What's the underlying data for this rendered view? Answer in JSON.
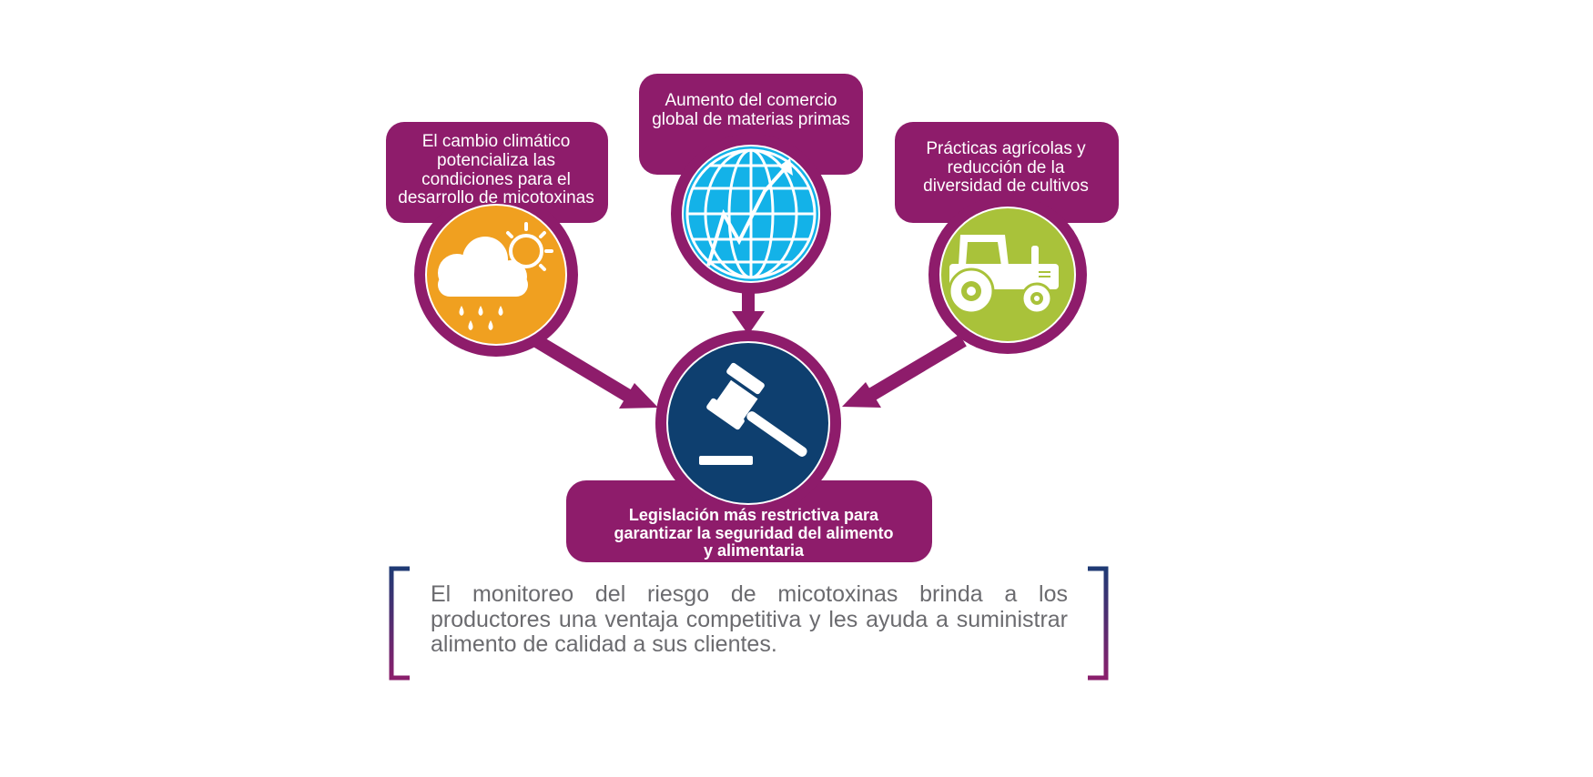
{
  "colors": {
    "frame": "#8e1c6b",
    "climate": "#f0a020",
    "trade": "#13b2e8",
    "agriculture": "#a9c23a",
    "legislation": "#0e3f6f",
    "text_gray": "#6b6b6f",
    "bracket_top": "#1f3a74",
    "bracket_bottom": "#8a1f6c"
  },
  "factors": [
    {
      "id": "climate",
      "icon": "cloud-sun-rain-icon",
      "lines": [
        "El cambio climático",
        "potencializa las",
        "condiciones para el",
        "desarrollo de micotoxinas"
      ]
    },
    {
      "id": "trade",
      "icon": "globe-growth-icon",
      "lines": [
        "Aumento del comercio",
        "global de materias primas"
      ]
    },
    {
      "id": "agriculture",
      "icon": "tractor-icon",
      "lines": [
        "Prácticas agrícolas y",
        "reducción de la",
        "diversidad de cultivos"
      ]
    }
  ],
  "outcome": {
    "icon": "gavel-icon",
    "lines": [
      "Legislación más restrictiva para",
      "garantizar la seguridad del alimento",
      "y alimentaria"
    ]
  },
  "statement": "El monitoreo del riesgo de micotoxinas brinda a los productores una ventaja competitiva y les ayuda a suministrar alimento de calidad a sus clientes."
}
